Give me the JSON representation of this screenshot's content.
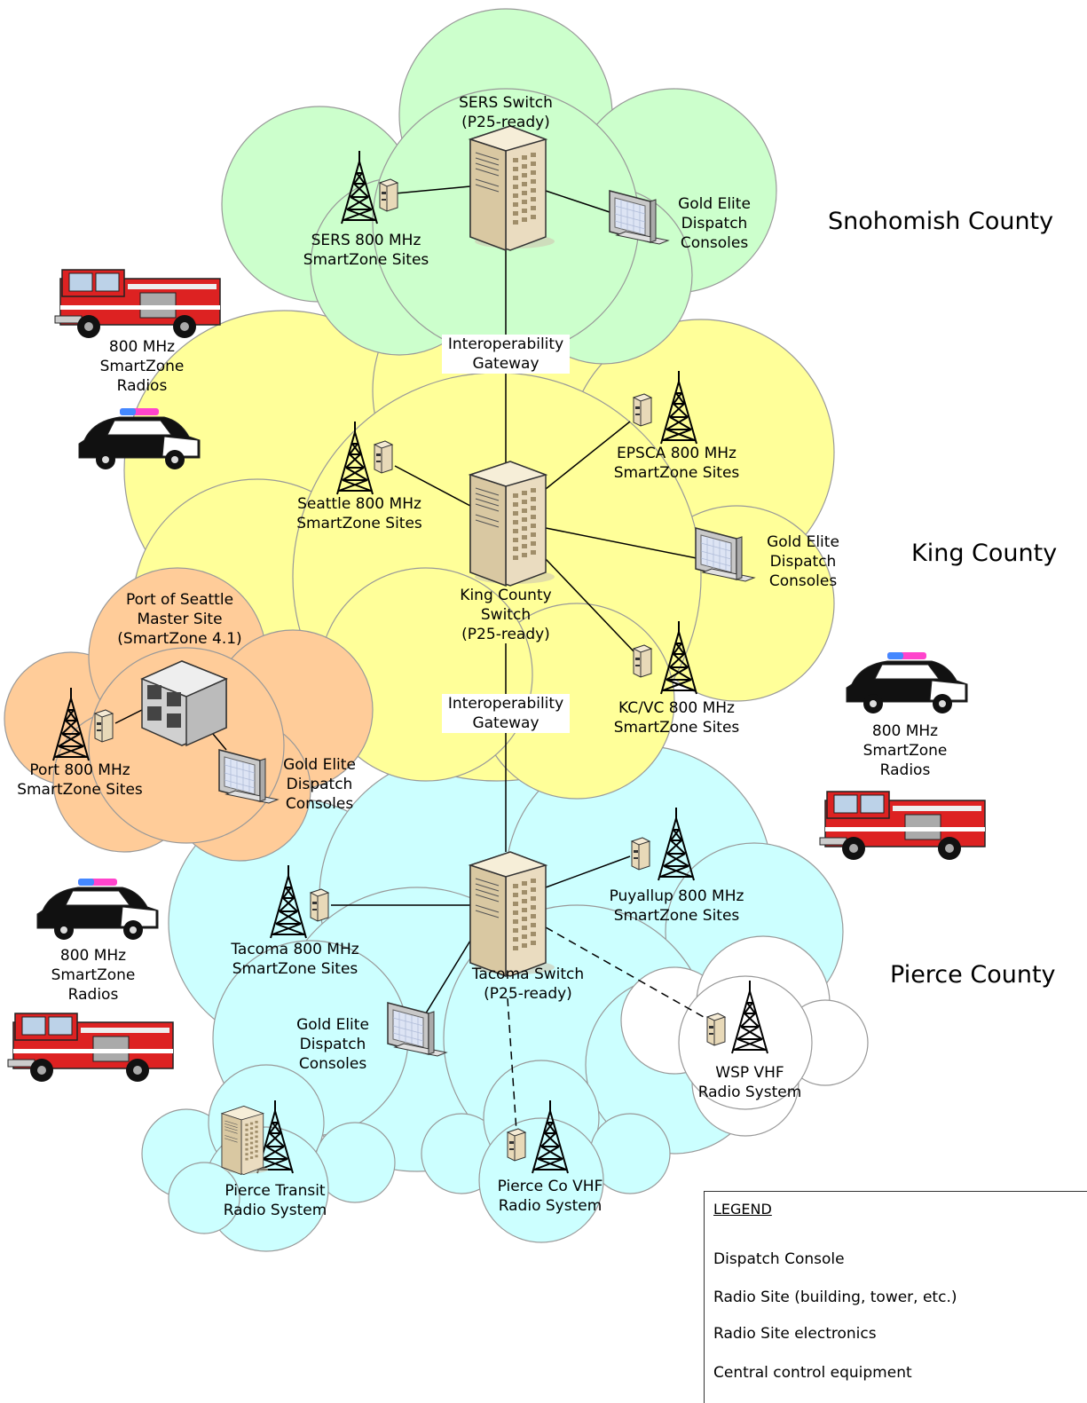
{
  "counties": {
    "snohomish": "Snohomish County",
    "king": "King County",
    "pierce": "Pierce County"
  },
  "snohomish": {
    "switch_label": [
      "SERS Switch",
      "(P25-ready)"
    ],
    "sites_label": [
      "SERS 800 MHz",
      "SmartZone Sites"
    ],
    "consoles_label": [
      "Gold Elite",
      "Dispatch",
      "Consoles"
    ]
  },
  "gateways": {
    "upper": [
      "Interoperability",
      "Gateway"
    ],
    "lower": [
      "Interoperability",
      "Gateway"
    ]
  },
  "king": {
    "switch_label": [
      "King County",
      "Switch",
      "(P25-ready)"
    ],
    "seattle_label": [
      "Seattle 800 MHz",
      "SmartZone Sites"
    ],
    "epsca_label": [
      "EPSCA 800 MHz",
      "SmartZone Sites"
    ],
    "kcvc_label": [
      "KC/VC 800 MHz",
      "SmartZone Sites"
    ],
    "consoles_label": [
      "Gold Elite",
      "Dispatch",
      "Consoles"
    ]
  },
  "port": {
    "master_label": [
      "Port of Seattle",
      "Master Site",
      "(SmartZone 4.1)"
    ],
    "sites_label": [
      "Port 800 MHz",
      "SmartZone Sites"
    ],
    "consoles_label": [
      "Gold Elite",
      "Dispatch",
      "Consoles"
    ]
  },
  "pierce": {
    "switch_label": [
      "Tacoma Switch",
      "(P25-ready)"
    ],
    "tacoma_label": [
      "Tacoma 800 MHz",
      "SmartZone Sites"
    ],
    "puyallup_label": [
      "Puyallup 800 MHz",
      "SmartZone Sites"
    ],
    "consoles_label": [
      "Gold Elite",
      "Dispatch",
      "Consoles"
    ],
    "wsp_label": [
      "WSP VHF",
      "Radio System"
    ],
    "transit_label": [
      "Pierce Transit",
      "Radio System"
    ],
    "pierceco_label": [
      "Pierce Co VHF",
      "Radio System"
    ]
  },
  "radios": {
    "left_upper": [
      "800 MHz",
      "SmartZone",
      "Radios"
    ],
    "right": [
      "800 MHz",
      "SmartZone",
      "Radios"
    ],
    "left_lower": [
      "800 MHz",
      "SmartZone",
      "Radios"
    ]
  },
  "legend": {
    "title": "LEGEND",
    "dispatch_console": "Dispatch Console",
    "radio_site": "Radio Site (building, tower, etc.)",
    "site_electronics": "Radio Site electronics",
    "central_control": "Central control equipment"
  },
  "colors": {
    "snohomish_cloud": "#ccffcc",
    "king_cloud": "#ffff99",
    "pierce_cloud": "#ccffff",
    "port_cloud": "#ffcc99",
    "white_cloud": "#ffffff",
    "cloud_outline": "#999999",
    "switch_body": "#eadcc0",
    "truck_red": "#dd2222"
  }
}
